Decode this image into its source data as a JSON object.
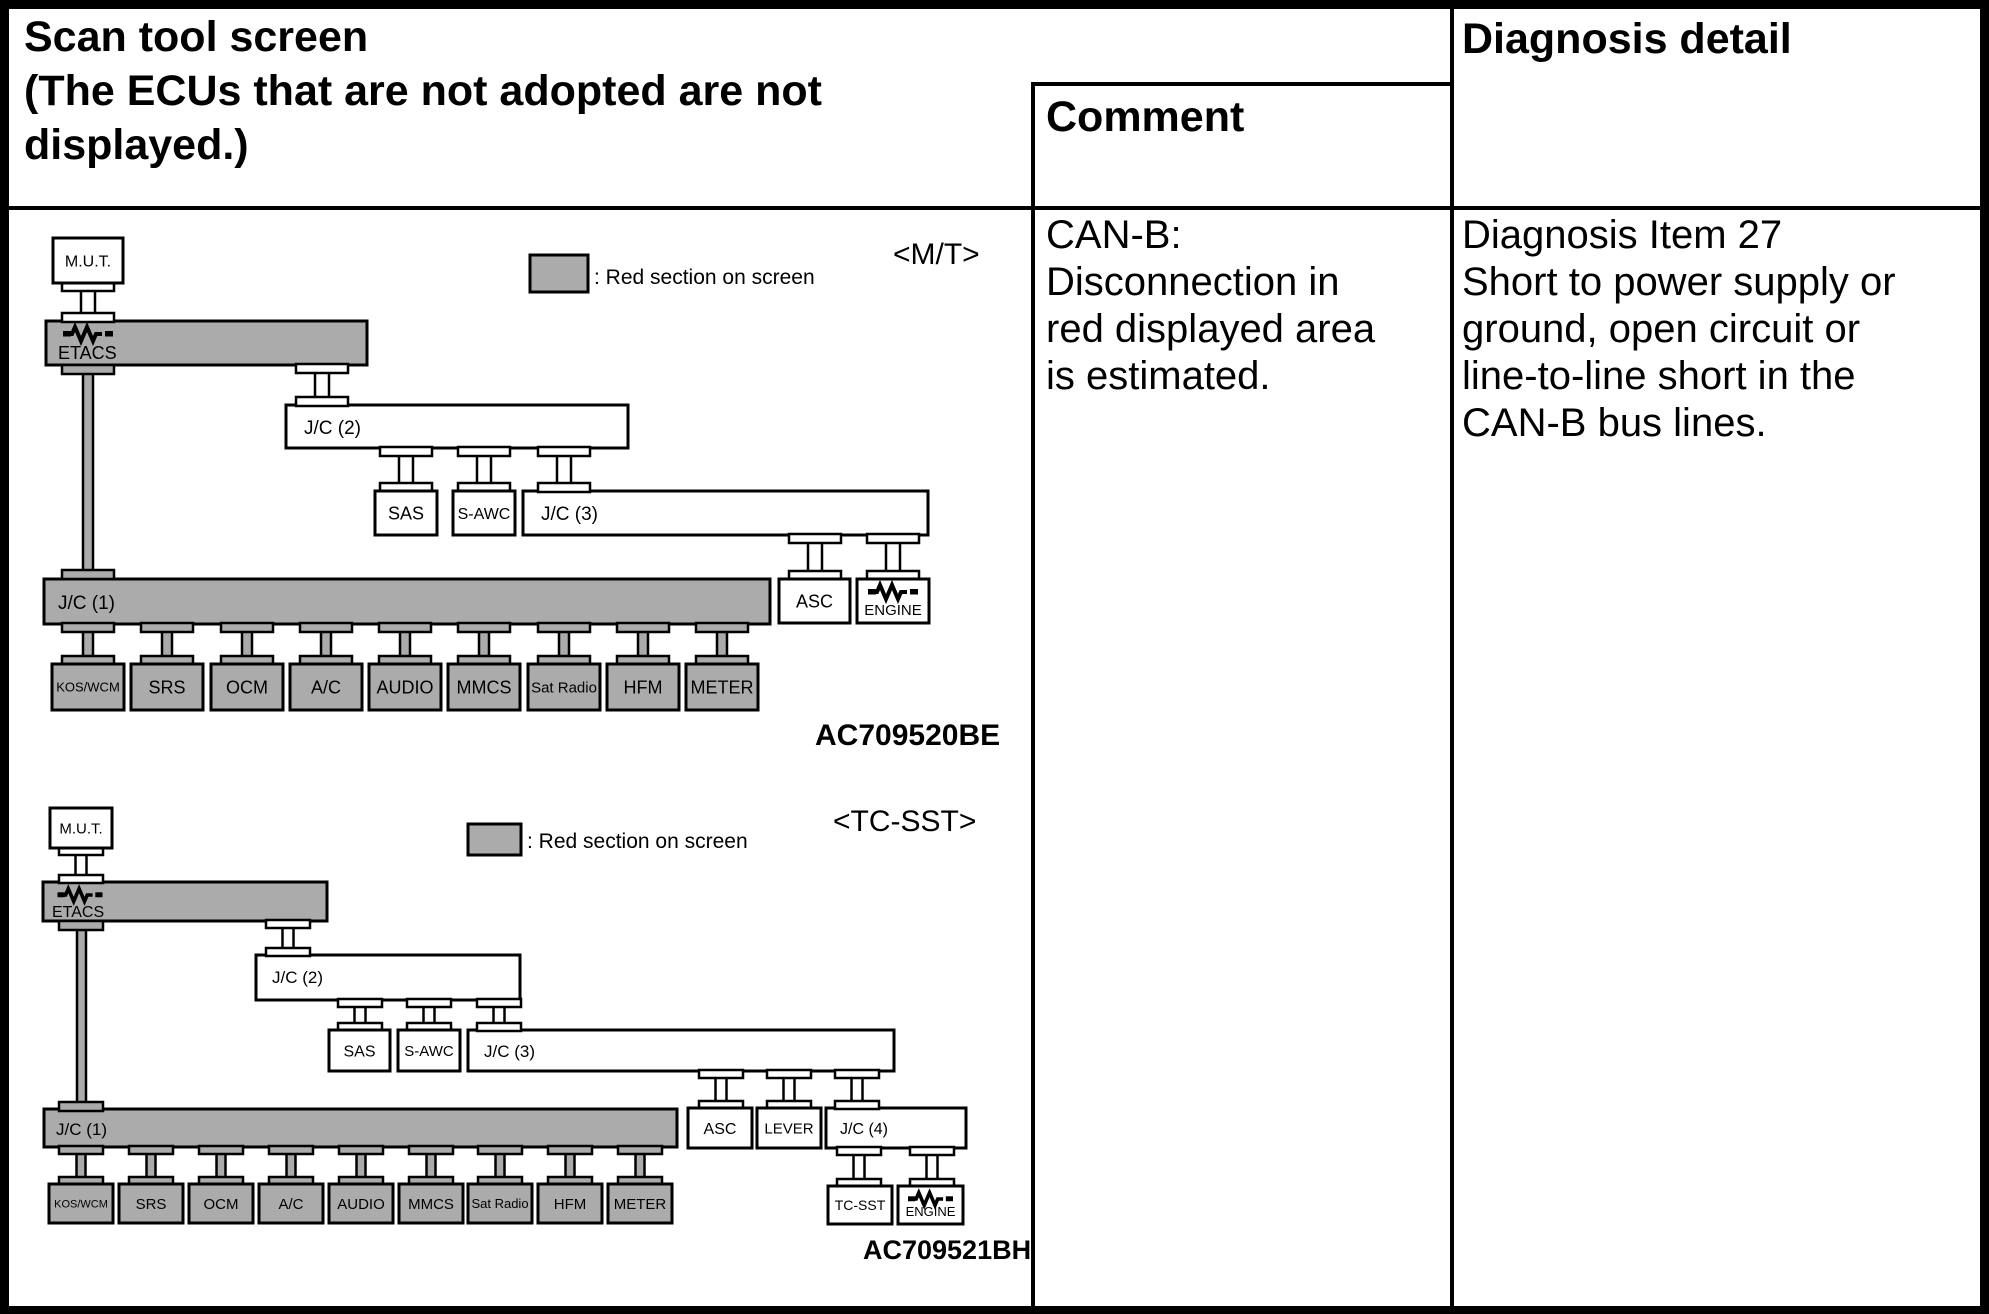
{
  "header": {
    "scan_title": "Scan tool screen",
    "scan_subtitle_lines": [
      "(The ECUs that are not adopted are not",
      "displayed.)"
    ],
    "comment_title": "Comment",
    "diagnosis_title": "Diagnosis detail"
  },
  "comment": {
    "lines": [
      "CAN-B:",
      "Disconnection in",
      "red displayed area",
      "is estimated."
    ]
  },
  "diagnosis": {
    "lines": [
      "Diagnosis Item 27",
      "Short to power supply or",
      "ground, open circuit or",
      "line-to-line short in the",
      "CAN-B bus lines."
    ]
  },
  "colors": {
    "red_section_gray": "#ababab"
  },
  "diagrams": {
    "mt": {
      "variant": "<M/T>",
      "legend": ": Red section on screen",
      "figure_code": "AC709520BE",
      "nodes": {
        "mut": "M.U.T.",
        "etacs": "ETACS",
        "jc1": "J/C (1)",
        "jc2": "J/C (2)",
        "jc3": "J/C (3)",
        "sas": "SAS",
        "sawc": "S-AWC",
        "asc": "ASC",
        "engine": "ENGINE",
        "kos_wcm": "KOS/WCM",
        "srs": "SRS",
        "ocm": "OCM",
        "ac": "A/C",
        "audio": "AUDIO",
        "mmcs": "MMCS",
        "sat_radio": "Sat Radio",
        "hfm": "HFM",
        "meter": "METER"
      }
    },
    "tcsst": {
      "variant": "<TC-SST>",
      "legend": ": Red section on screen",
      "figure_code": "AC709521BH",
      "nodes": {
        "mut": "M.U.T.",
        "etacs": "ETACS",
        "jc1": "J/C (1)",
        "jc2": "J/C (2)",
        "jc3": "J/C (3)",
        "jc4": "J/C (4)",
        "sas": "SAS",
        "sawc": "S-AWC",
        "asc": "ASC",
        "lever": "LEVER",
        "tc_sst": "TC-SST",
        "engine": "ENGINE",
        "kos_wcm": "KOS/WCM",
        "srs": "SRS",
        "ocm": "OCM",
        "ac": "A/C",
        "audio": "AUDIO",
        "mmcs": "MMCS",
        "sat_radio": "Sat Radio",
        "hfm": "HFM",
        "meter": "METER"
      }
    }
  }
}
